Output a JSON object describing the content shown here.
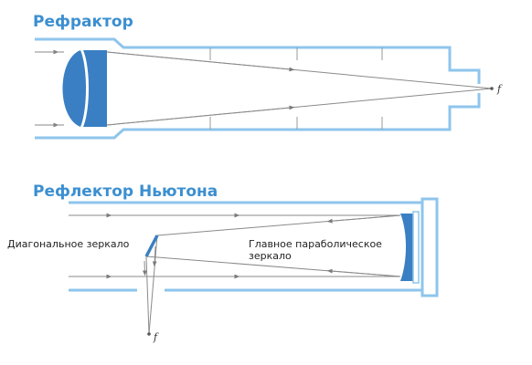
{
  "refractor": {
    "title": "Рефрактор",
    "focus_label": "f"
  },
  "reflector": {
    "title": "Рефлектор Ньютона",
    "diagonal_mirror_label": "Диагональное зеркало",
    "primary_mirror_label_line1": "Главное параболическое",
    "primary_mirror_label_line2": "зеркало",
    "focus_label": "f"
  },
  "colors": {
    "title": "#3b8fd0",
    "tube": "#8ec5ec",
    "optic": "#3a7fc3",
    "ray": "#8a8a8a"
  }
}
